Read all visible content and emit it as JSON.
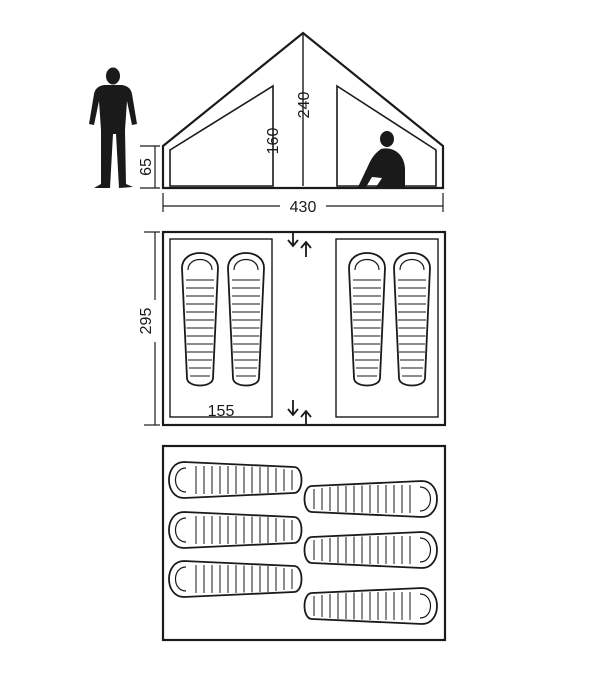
{
  "diagram": {
    "stroke_color": "#1a1a1a",
    "fill_color": "#ffffff",
    "side_view": {
      "width_label": "430",
      "peak_height_label": "240",
      "inner_height_label": "160",
      "wall_height_label": "65",
      "figures": [
        "standing-person-icon",
        "sitting-person-icon"
      ]
    },
    "floor_plan": {
      "depth_label": "295",
      "compartment_width_label": "155",
      "compartments": 2,
      "sleeping_bags_per_compartment": 2,
      "icons": [
        "door-arrows-icon"
      ]
    },
    "alt_layout": {
      "sleeping_bags": 6
    }
  }
}
